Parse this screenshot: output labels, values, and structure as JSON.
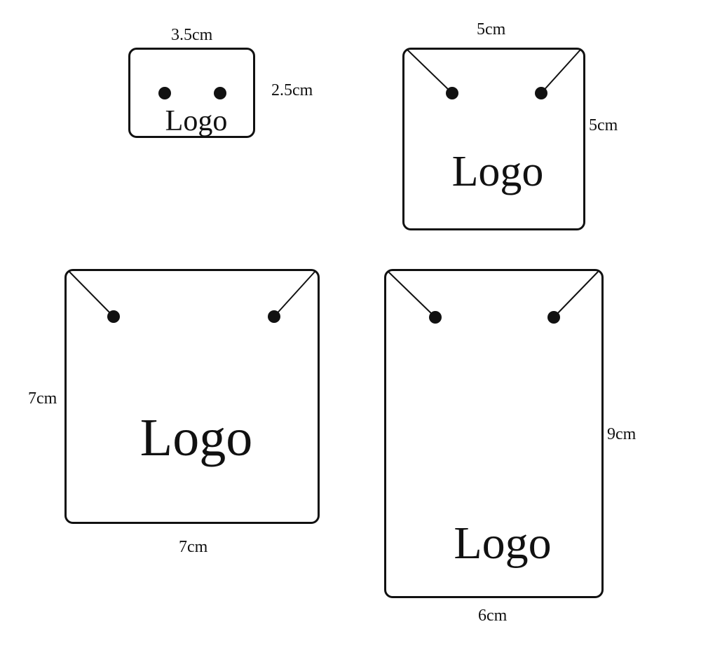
{
  "diagram": {
    "cards": [
      {
        "id": "card-3.5x2.5",
        "width_label": "3.5cm",
        "height_label": "2.5cm",
        "logo_text": "Logo",
        "hole_style": "dots-only"
      },
      {
        "id": "card-5x5",
        "width_label": "5cm",
        "height_label": "5cm",
        "logo_text": "Logo",
        "hole_style": "dots-with-corner-lines"
      },
      {
        "id": "card-7x7",
        "width_label": "7cm",
        "height_label": "7cm",
        "logo_text": "Logo",
        "hole_style": "dots-with-corner-lines"
      },
      {
        "id": "card-6x9",
        "width_label": "6cm",
        "height_label": "9cm",
        "logo_text": "Logo",
        "hole_style": "dots-with-corner-lines"
      }
    ],
    "colors": {
      "outline": "#111111",
      "background": "#ffffff",
      "text": "#111111"
    }
  }
}
